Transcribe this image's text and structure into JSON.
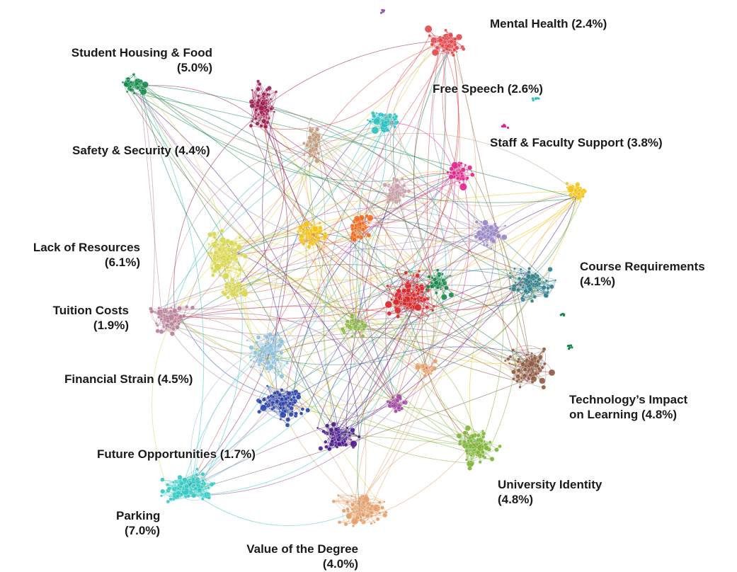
{
  "topics": [
    {
      "key": "mental-health",
      "name": "Mental Health",
      "share": "(2.4%)",
      "color": "#e0474c"
    },
    {
      "key": "student-housing-food",
      "name": "Student Housing & Food",
      "share": "(5.0%)",
      "color": "#138a4a"
    },
    {
      "key": "free-speech",
      "name": "Free Speech",
      "share": "(2.6%)",
      "color": "#2bc0c0"
    },
    {
      "key": "safety-security",
      "name": "Safety & Security",
      "share": "(4.4%)",
      "color": "#9b1c4f"
    },
    {
      "key": "staff-faculty-support",
      "name": "Staff & Faculty Support",
      "share": "(3.8%)",
      "color": "#e2238d"
    },
    {
      "key": "lack-of-resources",
      "name": "Lack of Resources",
      "share": "(6.1%)",
      "color": "#d8d650"
    },
    {
      "key": "course-requirements",
      "name": "Course Requirements",
      "share": "(4.1%)",
      "color": "#2f7f8a"
    },
    {
      "key": "tuition-costs",
      "name": "Tuition Costs",
      "share": "(1.9%)",
      "color": "#b88098"
    },
    {
      "key": "financial-strain",
      "name": "Financial Strain",
      "share": "(4.5%)",
      "color": "#8fc0dc"
    },
    {
      "key": "technology-impact",
      "name": "Technology’s Impact",
      "name2": "on Learning",
      "share": "(4.8%)",
      "color": "#8d5a44"
    },
    {
      "key": "future-opportunities",
      "name": "Future Opportunities",
      "share": "(1.7%)",
      "color": "#2a44a8"
    },
    {
      "key": "university-identity",
      "name": "University Identity",
      "share": "(4.8%)",
      "color": "#7fb43a"
    },
    {
      "key": "parking",
      "name": "Parking",
      "share": "(7.0%)",
      "color": "#33c9c2"
    },
    {
      "key": "value-of-degree",
      "name": "Value of the Degree",
      "share": "(4.0%)",
      "color": "#e3a06a"
    }
  ]
}
